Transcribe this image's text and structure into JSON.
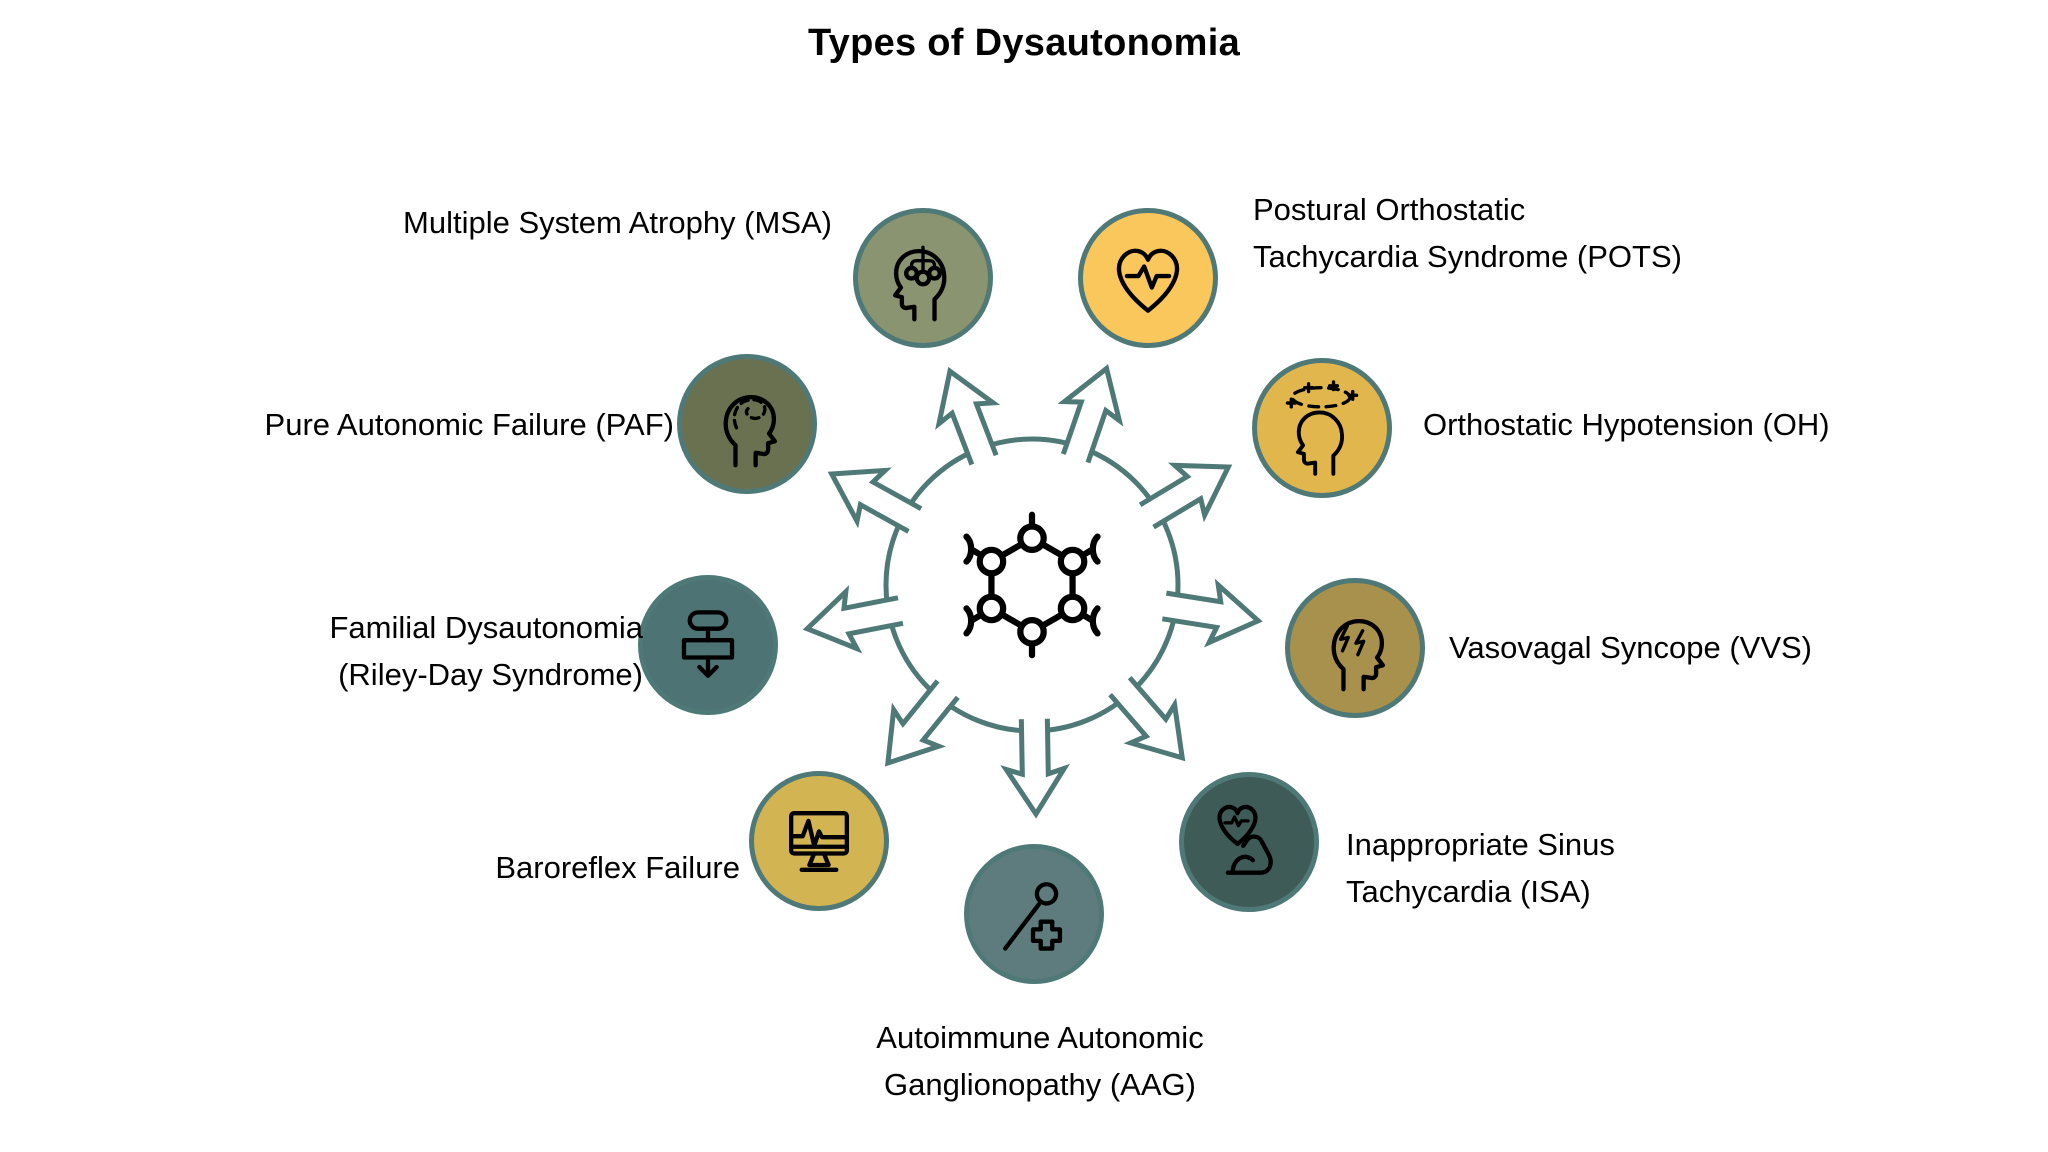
{
  "title": "Types of Dysautonomia",
  "colors": {
    "outline_teal": "#4E7977",
    "text": "#000000",
    "background": "#FFFFFF"
  },
  "hub": {
    "icon": "molecule-icon",
    "arrow_count": 9
  },
  "items": [
    {
      "id": "msa",
      "label_lines": [
        "Multiple System Atrophy (MSA)"
      ],
      "icon": "head-network-icon",
      "circle_color": "#8A9470"
    },
    {
      "id": "pots",
      "label_lines": [
        "Postural Orthostatic",
        "Tachycardia Syndrome (POTS)"
      ],
      "icon": "heart-ekg-icon",
      "circle_color": "#FAC75C"
    },
    {
      "id": "paf",
      "label_lines": [
        "Pure Autonomic Failure (PAF)"
      ],
      "icon": "head-brain-icon",
      "circle_color": "#6A7150"
    },
    {
      "id": "oh",
      "label_lines": [
        "Orthostatic Hypotension (OH)"
      ],
      "icon": "dizzy-head-icon",
      "circle_color": "#E0B64D"
    },
    {
      "id": "fam",
      "label_lines": [
        "Familial Dysautonomia",
        "(Riley-Day Syndrome)"
      ],
      "icon": "flowchart-icon",
      "circle_color": "#4D7374"
    },
    {
      "id": "vvs",
      "label_lines": [
        "Vasovagal Syncope (VVS)"
      ],
      "icon": "headache-lightning-icon",
      "circle_color": "#A7914D"
    },
    {
      "id": "baro",
      "label_lines": [
        "Baroreflex Failure"
      ],
      "icon": "monitor-ekg-icon",
      "circle_color": "#D2B452"
    },
    {
      "id": "isa",
      "label_lines": [
        "Inappropriate Sinus",
        "Tachycardia (ISA)"
      ],
      "icon": "heart-muscle-icon",
      "circle_color": "#3F5B58"
    },
    {
      "id": "aag",
      "label_lines": [
        "Autoimmune Autonomic",
        "Ganglionopathy (AAG)"
      ],
      "icon": "needle-cross-icon",
      "circle_color": "#5E7C7D"
    }
  ]
}
